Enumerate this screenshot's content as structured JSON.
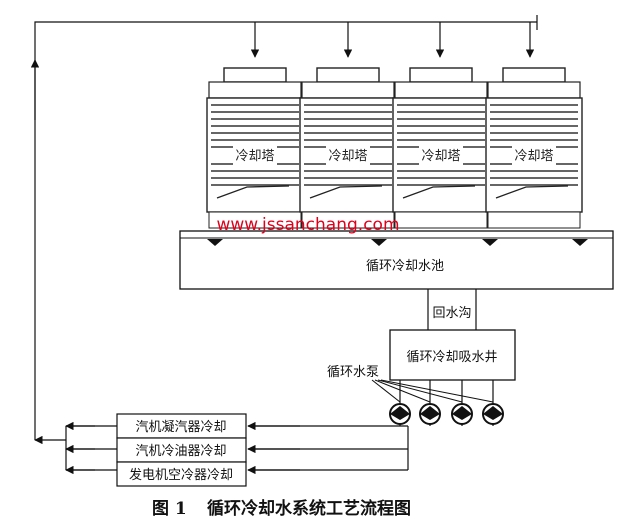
{
  "towers": [
    {
      "label": "冷却塔"
    },
    {
      "label": "冷却塔"
    },
    {
      "label": "冷却塔"
    },
    {
      "label": "冷却塔"
    }
  ],
  "basin": {
    "label": "循环冷却水池"
  },
  "return_channel": {
    "label": "回水沟"
  },
  "suction_well": {
    "label": "循环冷却吸水井"
  },
  "pumps": {
    "label": "循环水泵",
    "count": 4
  },
  "coolers": [
    {
      "label": "汽机凝汽器冷却"
    },
    {
      "label": "汽机冷油器冷却"
    },
    {
      "label": "发电机空冷器冷却"
    }
  ],
  "watermark": {
    "text": "www.jssanchang.com",
    "color": "#e0001b"
  },
  "caption": {
    "figure_no": "图 1",
    "title": "循环冷却水系统工艺流程图"
  }
}
